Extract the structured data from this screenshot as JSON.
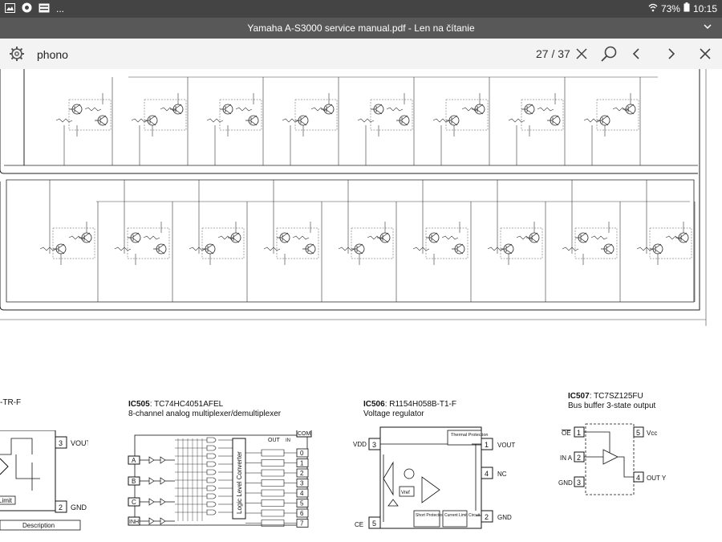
{
  "status": {
    "left_icons": [
      "image-icon",
      "chrome-icon",
      "keyboard-icon"
    ],
    "more": "...",
    "wifi_icon": "wifi-icon",
    "battery": "73%",
    "battery_icon": "battery-icon",
    "time": "10:15"
  },
  "titlebar": {
    "title": "Yamaha A-S3000 service manual.pdf - Len na čítanie",
    "chevron_icon": "chevron-down-icon"
  },
  "search": {
    "value": "phono",
    "counter": "27 / 37",
    "icons": [
      "gear-icon",
      "clear-icon",
      "search-icon",
      "chevron-left-icon",
      "chevron-right-icon",
      "close-icon"
    ]
  },
  "document": {
    "ics": [
      {
        "id": "IC505",
        "part": ": TC74HC4051AFEL",
        "desc": "8-channel analog multiplexer/demultiplexer",
        "pins": [
          "A",
          "B",
          "C",
          "INH",
          "COM",
          "OUT",
          "IN",
          "0",
          "1",
          "2",
          "3",
          "4",
          "5",
          "6",
          "7",
          "Logic",
          "Level",
          "Converter"
        ]
      },
      {
        "id": "IC506",
        "part": ": R1154H058B-T1-F",
        "desc": "Voltage regulator",
        "pins": [
          "VDD",
          "3",
          "1",
          "VOUT",
          "4",
          "NC",
          "CE",
          "5",
          "2",
          "GND",
          "Thermal Protection",
          "Vref",
          "Short Protection Circuit",
          "Current Limit Circuit"
        ]
      },
      {
        "id": "IC507",
        "part": ": TC7SZ125FU",
        "desc": "Bus buffer 3-state output",
        "pins": [
          "OE",
          "1",
          "IN A",
          "2",
          "GND",
          "3",
          "5",
          "Vcc",
          "4",
          "OUT Y"
        ]
      }
    ],
    "left_partial": {
      "title_tail": "-TR-F",
      "pins": [
        "3",
        "VOUT",
        "2",
        "GND"
      ],
      "limit_label": "Limit",
      "table_header": "Description"
    }
  }
}
